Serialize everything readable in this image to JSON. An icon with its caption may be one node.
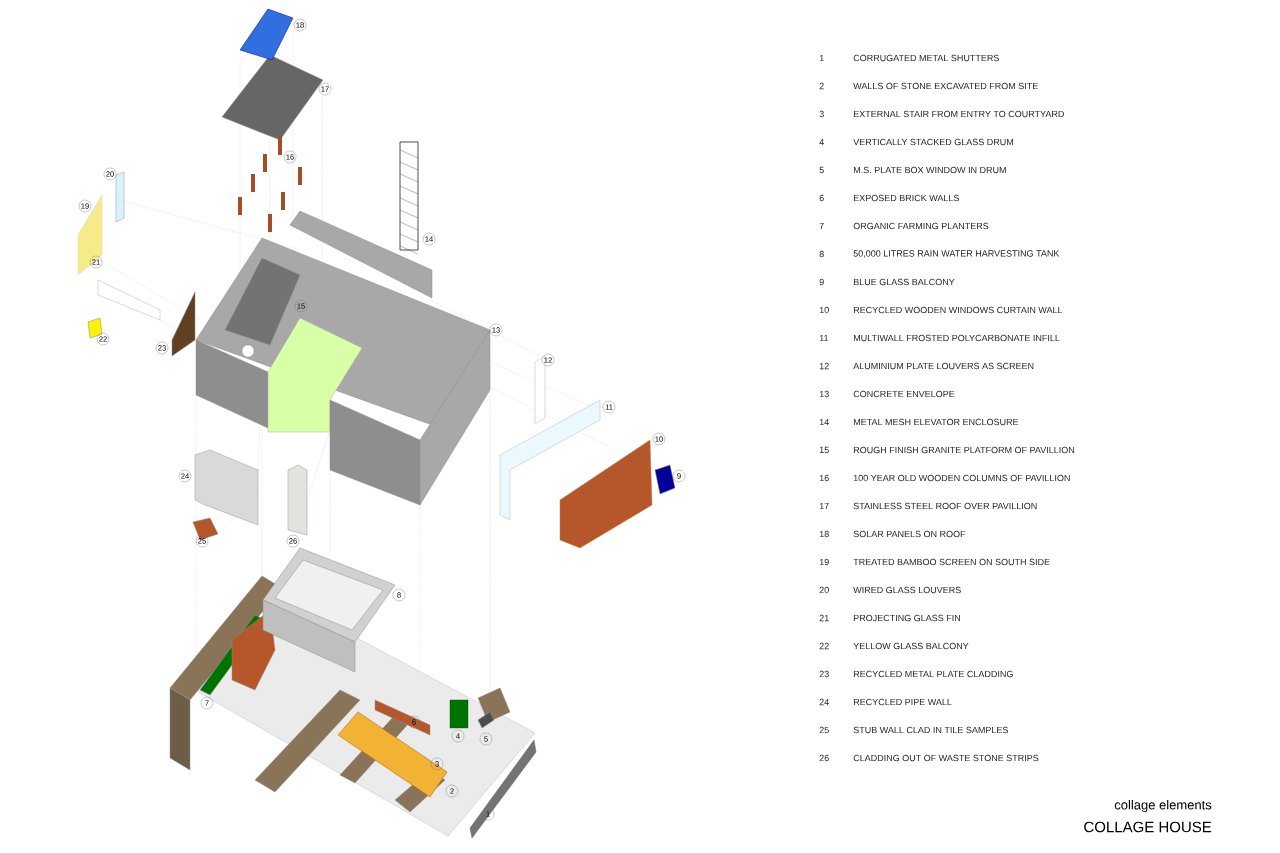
{
  "diagram": {
    "title": "COLLAGE HOUSE",
    "caption": "collage elements",
    "labels": [
      "18",
      "17",
      "16",
      "20",
      "19",
      "14",
      "21",
      "15",
      "22",
      "23",
      "13",
      "12",
      "11",
      "10",
      "24",
      "9",
      "25",
      "26",
      "8",
      "7",
      "6",
      "4",
      "5",
      "3",
      "2",
      "1",
      "1",
      "CORRUGATED METAL SHUTTERS",
      "2",
      "WALLS OF STONE EXCAVATED FROM SITE",
      "3",
      "EXTERNAL STAIR FROM ENTRY TO COURTYARD",
      "4",
      "VERTICALLY STACKED GLASS DRUM",
      "5",
      "M.S. PLATE BOX WINDOW IN DRUM",
      "6",
      "EXPOSED BRICK WALLS",
      "7",
      "ORGANIC FARMING PLANTERS",
      "8",
      "50,000 LITRES RAIN WATER HARVESTING TANK",
      "9",
      "BLUE GLASS BALCONY",
      "10",
      "RECYCLED WOODEN WINDOWS CURTAIN WALL",
      "11",
      "MULTIWALL FROSTED POLYCARBONATE INFILL",
      "12",
      "ALUMINIUM PLATE LOUVERS AS SCREEN",
      "13",
      "CONCRETE ENVELOPE",
      "14",
      "METAL MESH ELEVATOR ENCLOSURE",
      "15",
      "ROUGH FINISH GRANITE PLATFORM OF PAVILLION",
      "16",
      "100 YEAR OLD WOODEN COLUMNS OF PAVILLION",
      "17",
      "STAINLESS STEEL ROOF OVER PAVILLION",
      "18",
      "SOLAR PANELS ON ROOF",
      "19",
      "TREATED BAMBOO SCREEN ON SOUTH SIDE",
      "20",
      "WIRED GLASS LOUVERS",
      "21",
      "PROJECTING GLASS FIN",
      "22",
      "YELLOW GLASS BALCONY",
      "23",
      "RECYCLED METAL PLATE CLADDING",
      "24",
      "RECYCLED PIPE WALL",
      "25",
      "STUB WALL CLAD IN TILE SAMPLES",
      "26",
      "CLADDING OUT OF WASTE STONE STRIPS"
    ]
  }
}
